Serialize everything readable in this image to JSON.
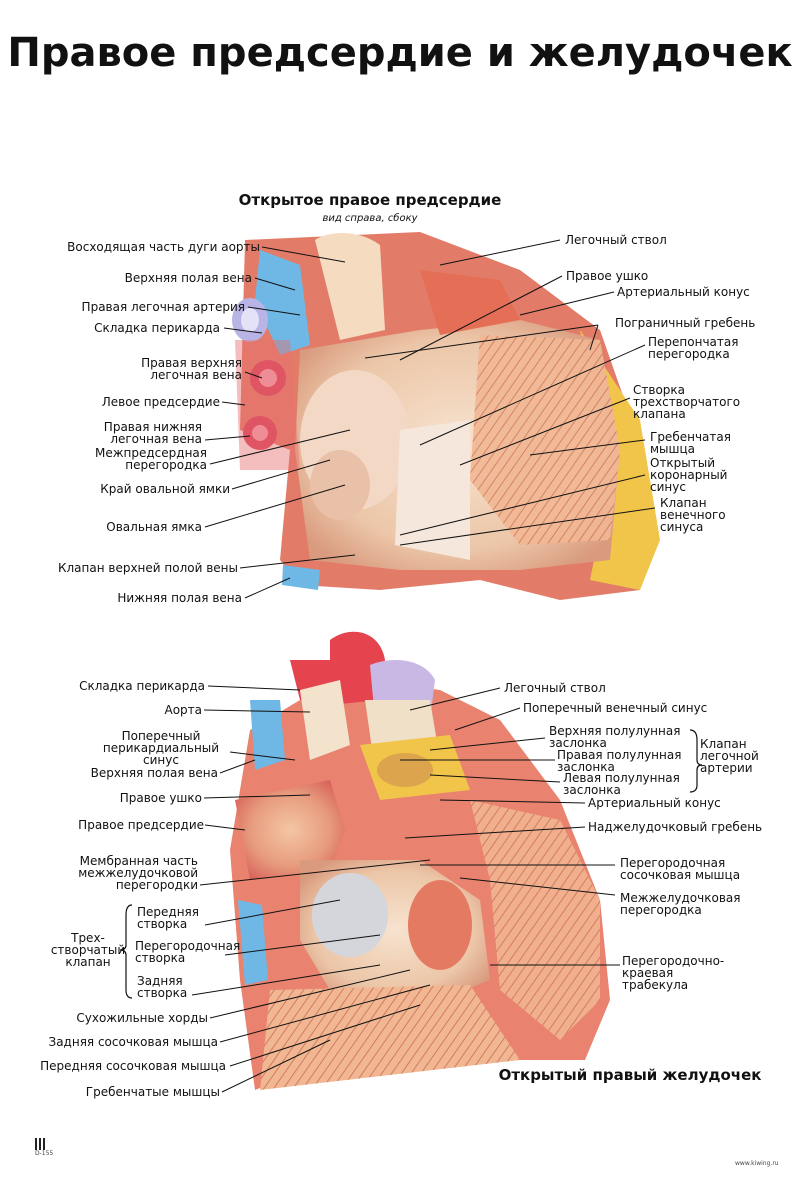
{
  "title": "Правое предсердие и желудочек",
  "top_view": {
    "title": "Открытое правое предсердие",
    "subtitle": "вид справа, сбоку",
    "labels_left": [
      "Восходящая часть дуги аорты",
      "Верхняя полая вена",
      "Правая легочная артерия",
      "Складка перикарда",
      "Правая верхняя\nлегочная вена",
      "Левое предсердие",
      "Правая нижняя\nлегочная вена",
      "Межпредсердная\nперегородка",
      "Край овальной ямки",
      "Овальная ямка",
      "Клапан верхней полой вены",
      "Нижняя полая вена"
    ],
    "labels_right": [
      "Легочный ствол",
      "Правое ушко",
      "Артериальный конус",
      "Пограничный гребень",
      "Перепончатая\nперегородка",
      "Створка\nтрехстворчатого\nклапана",
      "Гребенчатая\nмышца",
      "Открытый\nкоронарный\nсинус",
      "Клапан\nвенечного\nсинуса"
    ]
  },
  "bottom_view": {
    "title": "Открытый правый желудочек",
    "labels_left": [
      "Складка перикарда",
      "Аорта",
      "Поперечный\nперикардиальный\nсинус",
      "Верхняя полая вена",
      "Правое ушко",
      "Правое предсердие",
      "Мембранная часть\nмежжелудочковой\nперегородки",
      "Передняя\nстворка",
      "Перегородочная\nстворка",
      "Задняя\nстворка",
      "Трех-\nстворчатый\nклапан",
      "Сухожильные хорды",
      "Задняя сосочковая мышца",
      "Передняя сосочковая мышца",
      "Гребенчатые мышцы"
    ],
    "labels_right": [
      "Легочный ствол",
      "Поперечный венечный синус",
      "Верхняя полулунная\nзаслонка",
      "Правая полулунная\nзаслонка",
      "Левая полулунная\nзаслонка",
      "Клапан\nлегочной\nартерии",
      "Артериальный конус",
      "Наджелудочковый гребень",
      "Перегородочная\nсосочковая мышца",
      "Межжелудочковая\nперегородка",
      "Перегородочно-\nкраевая\nтрабекула"
    ]
  },
  "footer": {
    "code": "D-155",
    "site": "www.kiwing.ru"
  }
}
